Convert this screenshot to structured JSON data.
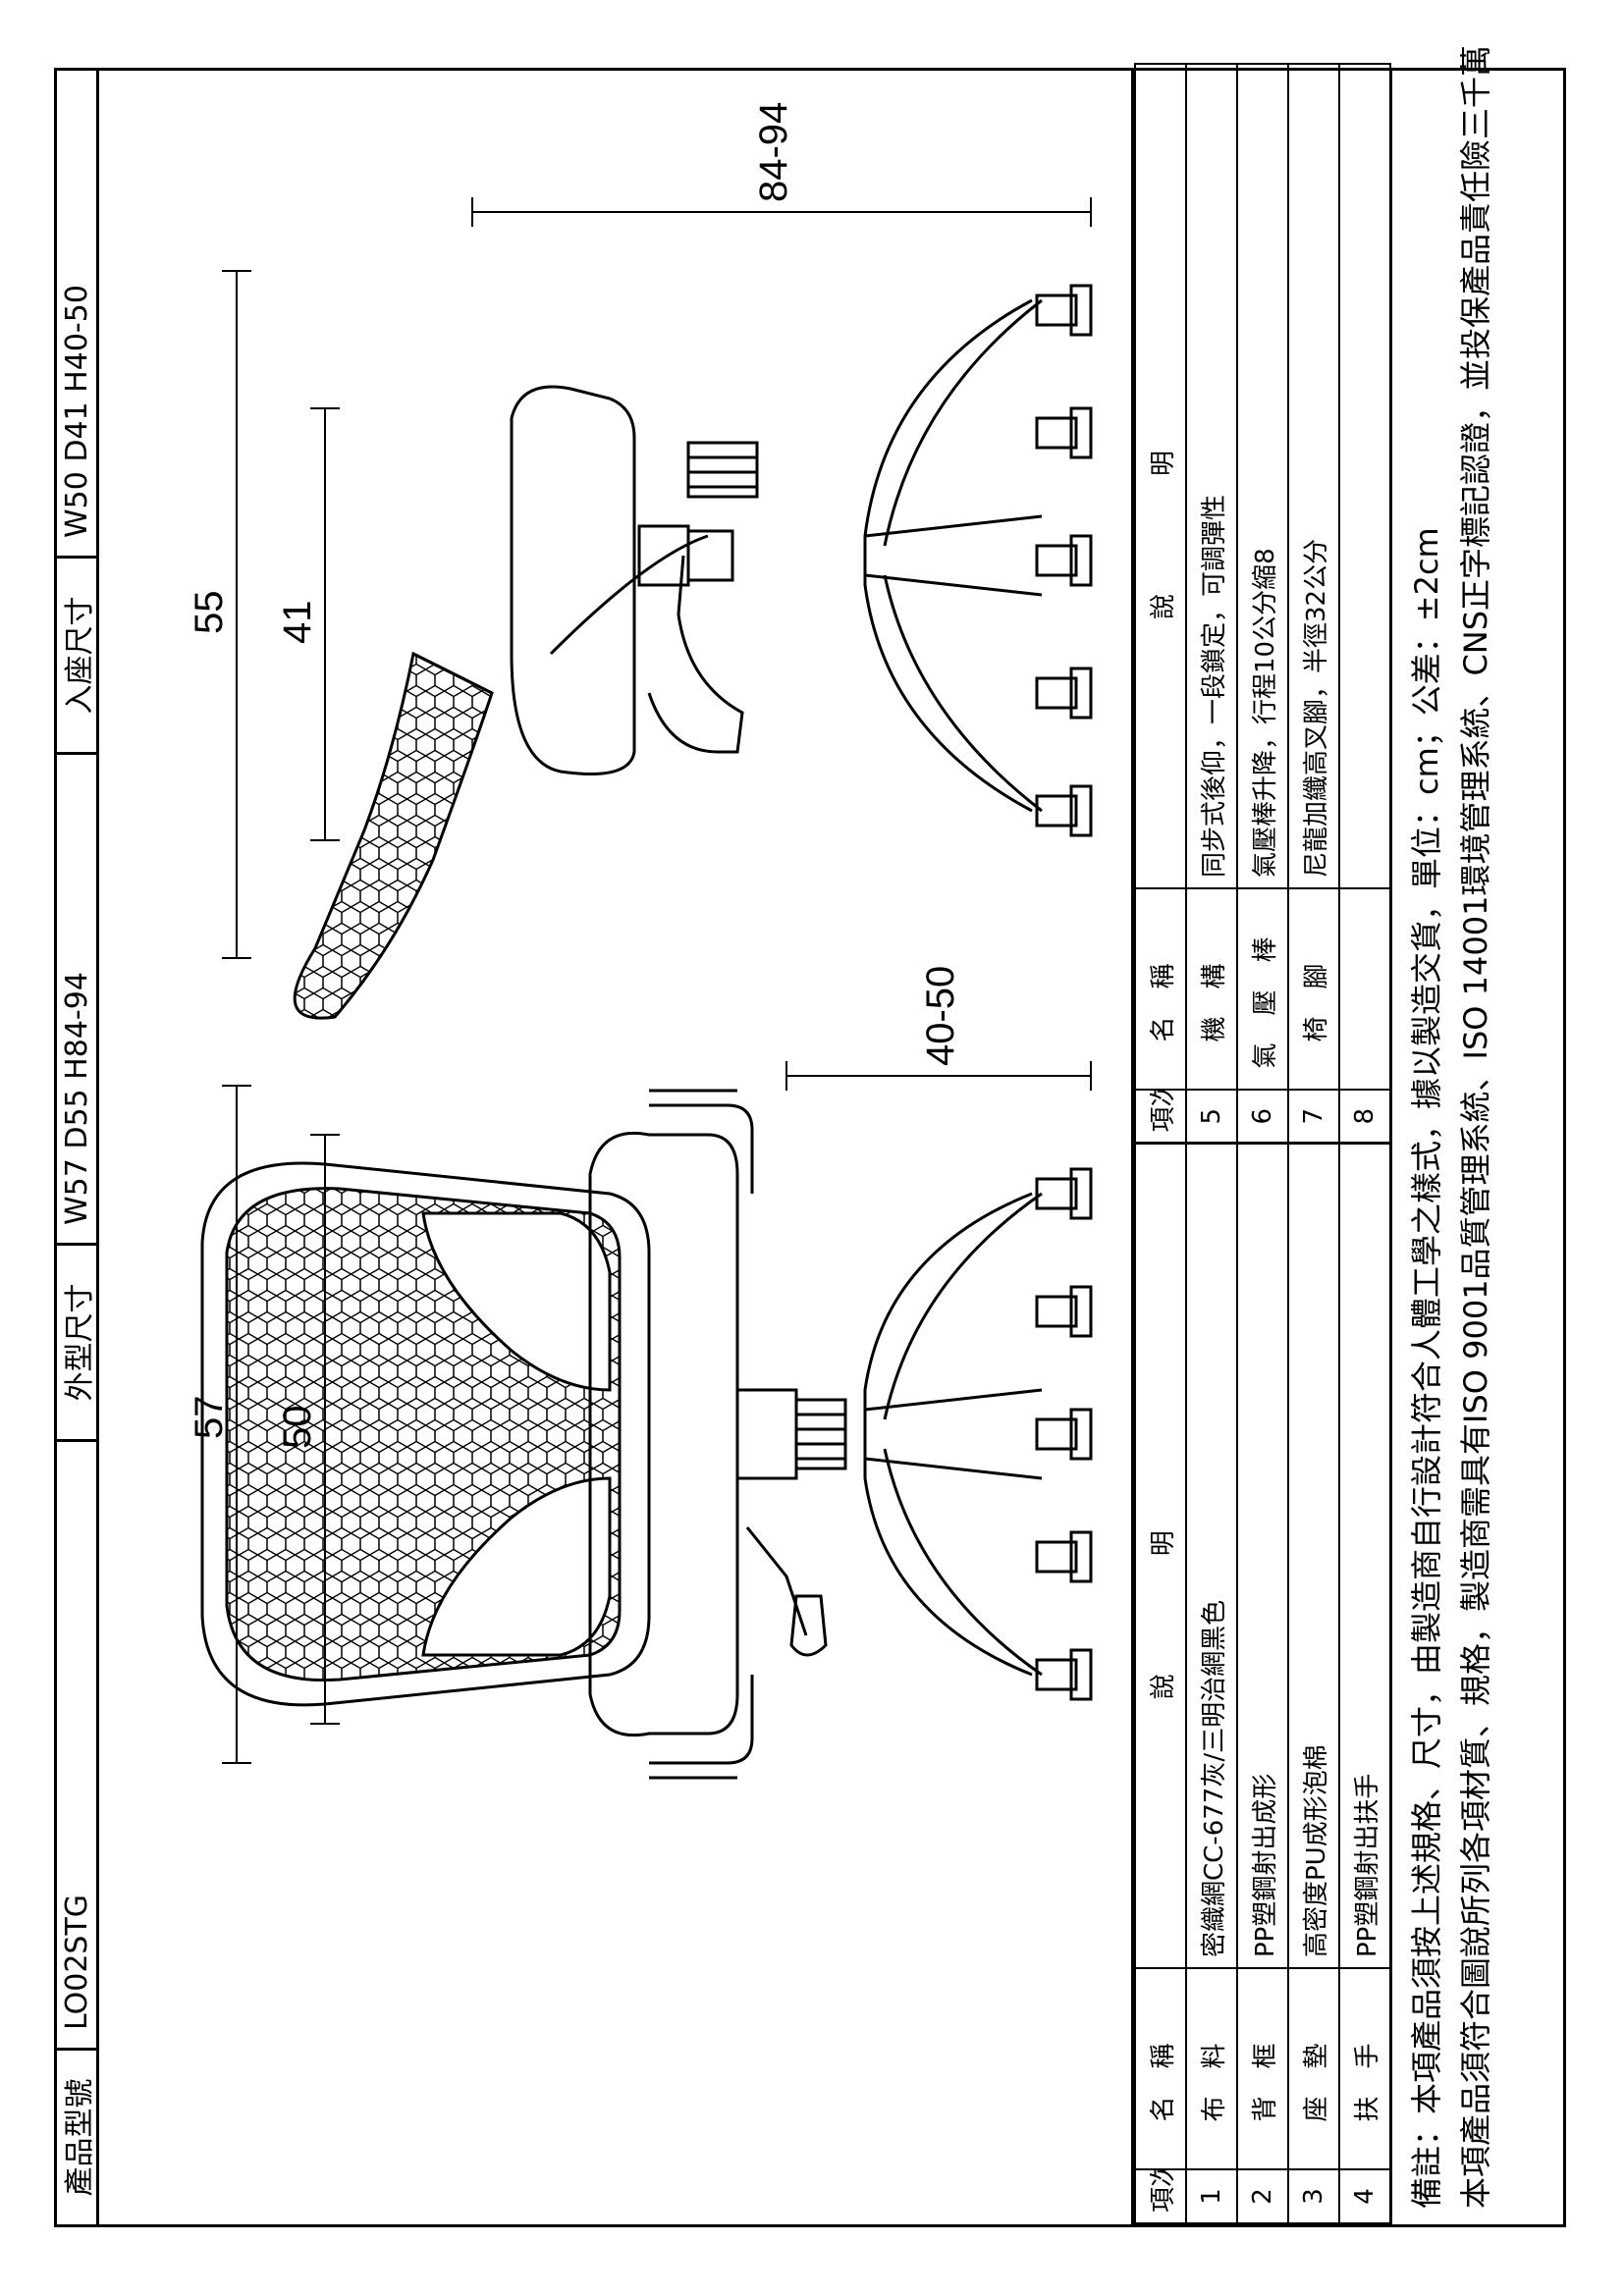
{
  "header": {
    "model_label": "產品型號",
    "model_value": "LO02STG",
    "outer_label": "外型尺寸",
    "outer_value": "W57 D55 H84-94",
    "seat_label": "入座尺寸",
    "seat_value": "W50 D41 H40-50"
  },
  "dimensions": {
    "front_width": "57",
    "front_inner": "50",
    "front_height": "40-50",
    "side_depth": "55",
    "side_inner": "41",
    "side_height": "84-94"
  },
  "table": {
    "col_item": "項次",
    "col_name": "名稱",
    "col_desc": "說明",
    "rows_left": [
      {
        "no": "1",
        "name": "布料",
        "desc": "密織網CC-677灰/三明治網黑色"
      },
      {
        "no": "2",
        "name": "背框",
        "desc": "PP塑鋼射出成形"
      },
      {
        "no": "3",
        "name": "座墊",
        "desc": "高密度PU成形泡棉"
      },
      {
        "no": "4",
        "name": "扶手",
        "desc": "PP塑鋼射出扶手"
      }
    ],
    "rows_right": [
      {
        "no": "5",
        "name": "機構",
        "desc": "同步式後仰，一段鎖定，可調彈性"
      },
      {
        "no": "6",
        "name": "氣壓棒",
        "desc": "氣壓棒升降，行程10公分縮8"
      },
      {
        "no": "7",
        "name": "椅腳",
        "desc": "尼龍加纖高叉腳，半徑32公分"
      },
      {
        "no": "8",
        "name": "",
        "desc": ""
      }
    ]
  },
  "notes": {
    "line1": "備註：本項產品須按上述規格、尺寸，由製造商自行設計符合人體工學之樣式，據以製造交貨，單位：cm；公差：±2cm",
    "line2": "本項產品須符合圖說所列各項材質、規格，製造商需具有ISO 9001品質管理系統、ISO 14001環境管理系統、CNS正字標記認證，並投保產品責任險三千萬"
  }
}
